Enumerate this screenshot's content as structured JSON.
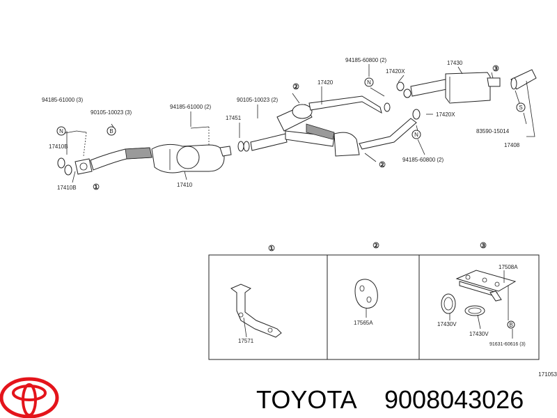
{
  "diagram": {
    "labels": {
      "p94185_61000_3": "94185-61000 (3)",
      "p90105_10023_3": "90105-10023 (3)",
      "p94185_61000_2": "94185-61000 (2)",
      "p90105_10023_2": "90105-10023 (2)",
      "p17451": "17451",
      "p17420": "17420",
      "p94185_60800_2_top": "94185-60800 (2)",
      "p17420x_top": "17420X",
      "p17430": "17430",
      "p17420x_mid": "17420X",
      "p83590_15014": "83590-15014",
      "p17408": "17408",
      "p94185_60800_2_bot": "94185-60800 (2)",
      "p17410b_top": "17410B",
      "p17410b_bot": "17410B",
      "p17410": "17410",
      "p17571": "17571",
      "p17565a": "17565A",
      "p17508a": "17508A",
      "p17430v_a": "17430V",
      "p17430v_b": "17430V",
      "p91631_60616_3": "91631-60616 (3)",
      "fig_no": "171053"
    },
    "callouts": {
      "N1": "N",
      "B1": "B",
      "N2": "N",
      "N3": "N",
      "S1": "S",
      "B2": "B",
      "ref1_bottom": "①",
      "ref2_top": "②",
      "ref2_bottom": "②",
      "ref3_top": "③"
    },
    "panels": {
      "panel1_number": "①",
      "panel2_number": "②",
      "panel3_number": "③"
    }
  },
  "footer": {
    "brand": "TOYOTA",
    "part_number": "9008043026",
    "colors": {
      "logo": "#e4141b",
      "text": "#000000"
    }
  }
}
